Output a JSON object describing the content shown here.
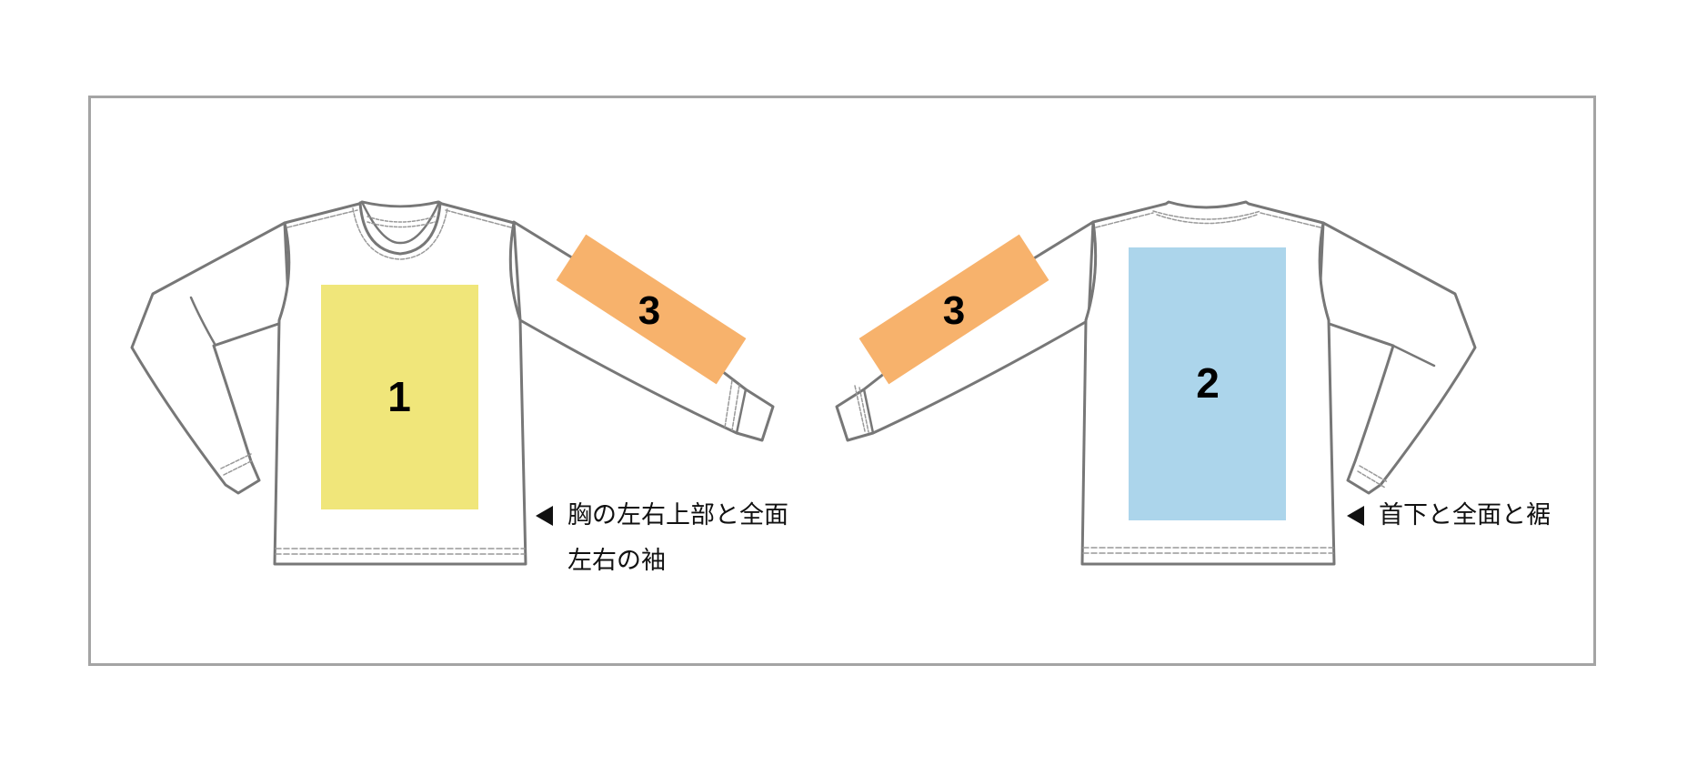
{
  "diagram": {
    "frame_color": "#a4a4a4",
    "outline_color": "#777777",
    "front_shirt": {
      "view": "front",
      "zones": [
        {
          "id": "1",
          "label": "1",
          "color": "#f0e67a",
          "area": "chest-full"
        },
        {
          "id": "3",
          "label": "3",
          "color": "#f7b26c",
          "area": "sleeve"
        }
      ],
      "caption": {
        "arrow_icon": "left-pointing-triangle",
        "line1": "胸の左右上部と全面",
        "line2": "左右の袖"
      }
    },
    "back_shirt": {
      "view": "back",
      "zones": [
        {
          "id": "2",
          "label": "2",
          "color": "#acd5eb",
          "area": "back-full"
        },
        {
          "id": "3",
          "label": "3",
          "color": "#f7b26c",
          "area": "sleeve"
        }
      ],
      "caption": {
        "arrow_icon": "left-pointing-triangle",
        "line1": "首下と全面と裾"
      }
    }
  }
}
